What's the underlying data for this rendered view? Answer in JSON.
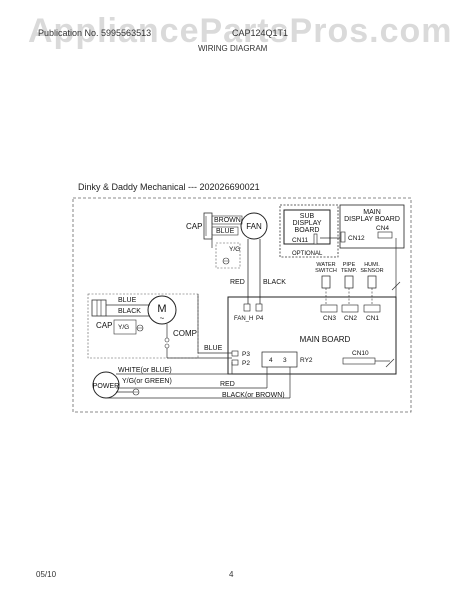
{
  "header": {
    "left_text": "Publication No. 5995563513",
    "center_text": "CAP124Q1T1",
    "watermark": "AppliancePartsPros.com",
    "title": "WIRING DIAGRAM"
  },
  "caption": "Dinky & Daddy Mechanical --- 202026690021",
  "diagram": {
    "cap_top": "CAP",
    "fan": "FAN",
    "brown_wire": "BROWN",
    "blue_top": "BLUE",
    "yg_top": "Y/G",
    "red_wire": "RED",
    "black_wire": "BLACK",
    "sub_display_board": [
      "SUB",
      "DISPLAY",
      "BOARD"
    ],
    "cn11": "CN11",
    "optional": "OPTIONAL",
    "main_display_board": [
      "MAIN",
      "DISPLAY BOARD"
    ],
    "cn4": "CN4",
    "cn12": "CN12",
    "water_switch": [
      "WATER",
      "SWITCH"
    ],
    "pipe_temp": [
      "PIPE",
      "TEMP."
    ],
    "humi_sensor": [
      "HUMI.",
      "SENSOR"
    ],
    "cn3": "CN3",
    "cn2": "CN2",
    "cn1": "CN1",
    "fan_h": "FAN_H",
    "p4": "P4",
    "main_board": "MAIN BOARD",
    "motor_m": "M",
    "motor_tilde": "~",
    "comp": "COMP",
    "cap_left": "CAP",
    "blue_left": "BLUE",
    "black_left": "BLACK",
    "yg_left": "Y/G",
    "blue_mid": "BLUE",
    "p3": "P3",
    "p2": "P2",
    "ry2": "RY2",
    "relay_4": "4",
    "relay_3": "3",
    "cn10": "CN10",
    "white_or_blue": "WHITE(or BLUE)",
    "yg_or_green": "Y/G(or GREEN)",
    "power": "POWER",
    "red_bottom": "RED",
    "black_or_brown": "BLACK(or BROWN)"
  },
  "footer": {
    "date": "05/10",
    "page": "4"
  }
}
